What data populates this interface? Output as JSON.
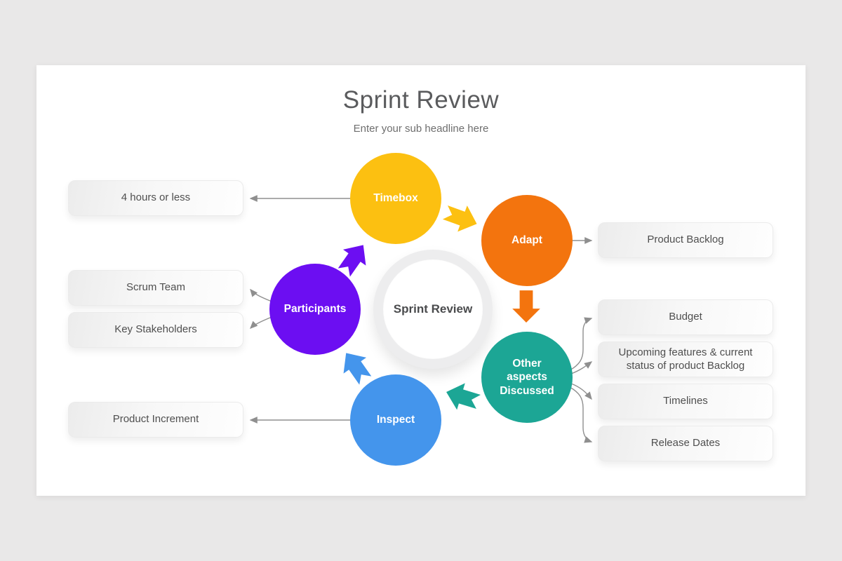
{
  "header": {
    "title": "Sprint Review",
    "subtitle": "Enter your sub headline here"
  },
  "hub": {
    "label": "Sprint Review"
  },
  "cycle": {
    "nodes": [
      {
        "label": "Timebox",
        "color": "#FCC011"
      },
      {
        "label": "Adapt",
        "color": "#F3740E"
      },
      {
        "label": "Other aspects Discussed",
        "color": "#1CA695"
      },
      {
        "label": "Inspect",
        "color": "#4495EC"
      },
      {
        "label": "Participants",
        "color": "#6C0EF2"
      }
    ],
    "connector_color": "#8f8f8f"
  },
  "callouts": {
    "left": [
      {
        "label": "4 hours or less"
      },
      {
        "label": "Scrum Team"
      },
      {
        "label": "Key Stakeholders"
      },
      {
        "label": "Product Increment"
      }
    ],
    "right": [
      {
        "label": "Product Backlog"
      },
      {
        "label": "Budget"
      },
      {
        "label": "Upcoming features & current status of product Backlog"
      },
      {
        "label": "Timelines"
      },
      {
        "label": "Release Dates"
      }
    ]
  },
  "colors": {
    "background": "#e9e8e8",
    "card": "#ffffff"
  }
}
